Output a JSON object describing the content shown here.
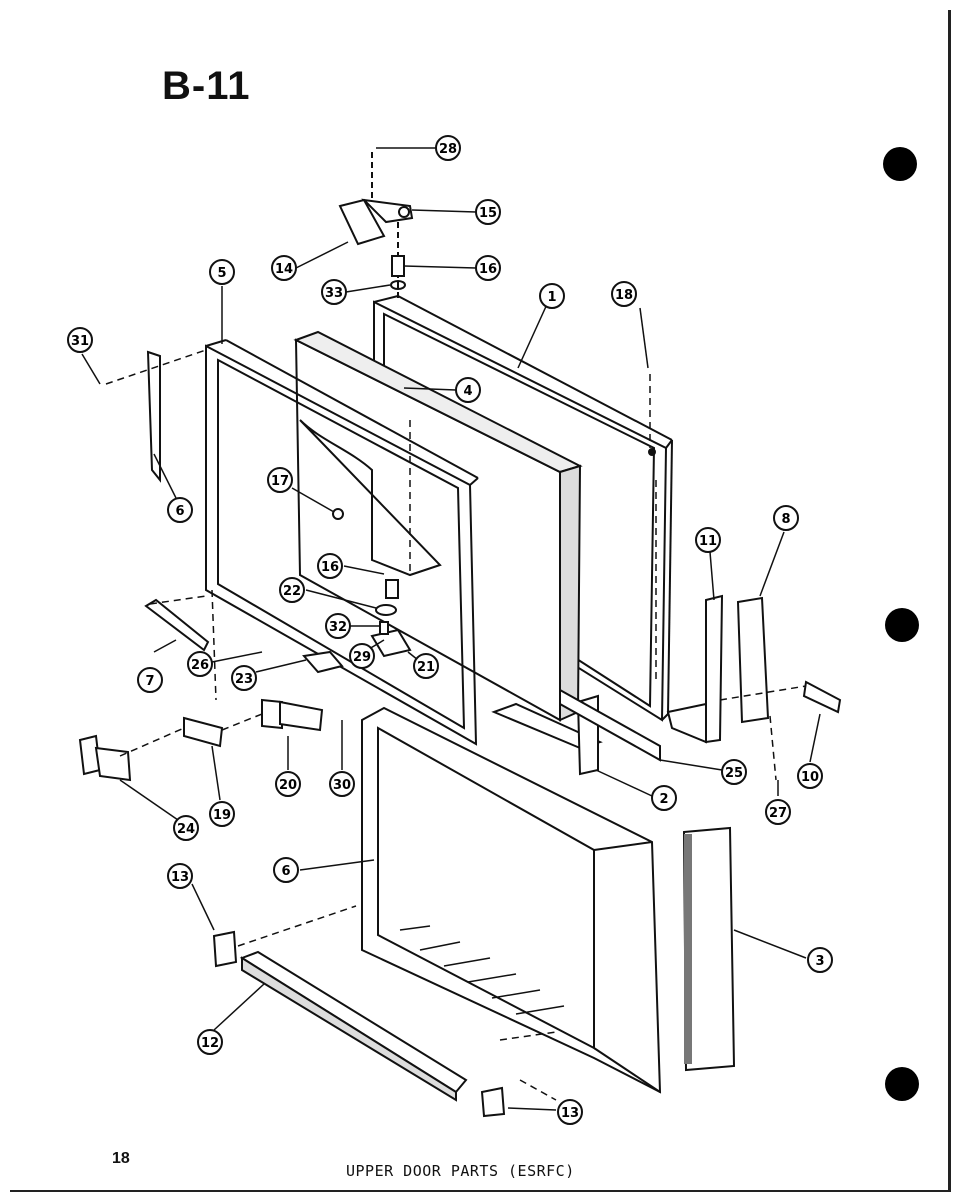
{
  "diagram": {
    "title": "B-11",
    "page_number": "18",
    "caption": "UPPER DOOR PARTS (ESRFC)",
    "callouts": [
      "28",
      "15",
      "14",
      "16",
      "33",
      "5",
      "1",
      "18",
      "31",
      "4",
      "17",
      "6",
      "11",
      "8",
      "16",
      "22",
      "32",
      "29",
      "21",
      "26",
      "23",
      "7",
      "25",
      "20",
      "30",
      "19",
      "2",
      "24",
      "27",
      "10",
      "6",
      "3",
      "13",
      "12",
      "13"
    ]
  }
}
